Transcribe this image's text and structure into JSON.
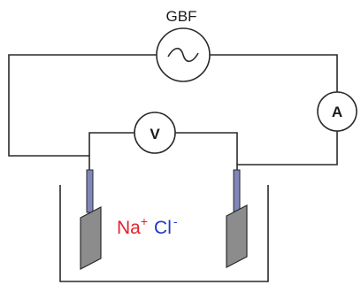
{
  "generator": {
    "label": "GBF"
  },
  "ammeter": {
    "label": "A"
  },
  "voltmeter": {
    "label": "V"
  },
  "solution": {
    "cation": "Na",
    "cation_charge": "+",
    "anion": "Cl",
    "anion_charge": "-"
  },
  "colors": {
    "wire": "#2a2a2a",
    "rod": "#7f86b8",
    "plate": "#8c8c8c",
    "cation": "#e8202a",
    "anion": "#2038c8"
  }
}
